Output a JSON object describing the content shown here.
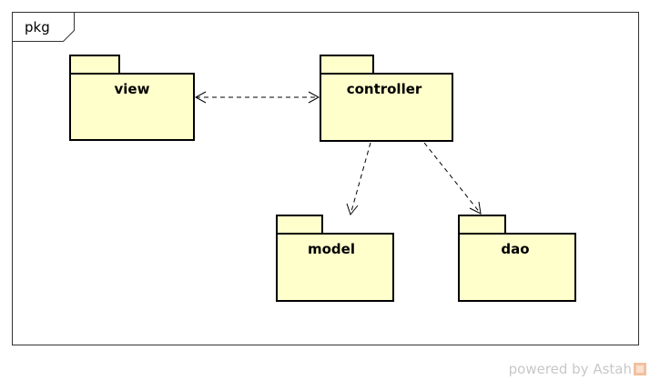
{
  "frame": {
    "label": "pkg"
  },
  "packages": {
    "view": "view",
    "controller": "controller",
    "model": "model",
    "dao": "dao"
  },
  "dependencies": [
    {
      "from": "view",
      "to": "controller",
      "bidirectional": true
    },
    {
      "from": "controller",
      "to": "model",
      "bidirectional": false
    },
    {
      "from": "controller",
      "to": "dao",
      "bidirectional": false
    }
  ],
  "watermark": {
    "text": "powered by Astah"
  },
  "colors": {
    "package_fill": "#ffffcc",
    "stroke": "#000000",
    "frame_stroke": "#333333",
    "watermark": "#c8c8c8"
  }
}
